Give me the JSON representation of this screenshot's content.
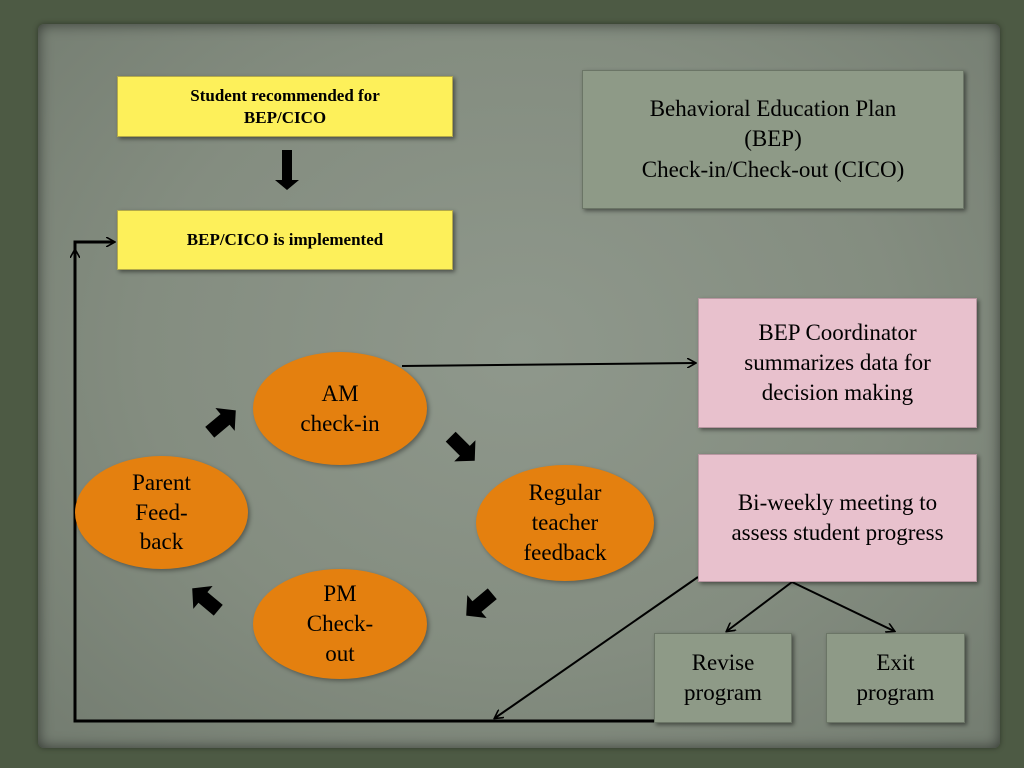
{
  "diagram": {
    "title": "Behavioral Education Plan\n(BEP)\nCheck-in/Check-out (CICO)",
    "nodes": {
      "recommended": "Student recommended for\nBEP/CICO",
      "implemented": "BEP/CICO is implemented",
      "am_checkin": "AM\ncheck-in",
      "regular_feedback": "Regular\nteacher\nfeedback",
      "pm_checkout": "PM\nCheck-\nout",
      "parent_feedback": "Parent\nFeed-\nback",
      "coordinator": "BEP Coordinator\nsummarizes data for\ndecision making",
      "biweekly": "Bi-weekly meeting to\nassess student progress",
      "revise": "Revise\nprogram",
      "exit": "Exit\nprogram"
    },
    "edges": [
      {
        "from": "recommended",
        "to": "implemented"
      },
      {
        "from": "am_checkin",
        "to": "regular_feedback"
      },
      {
        "from": "regular_feedback",
        "to": "pm_checkout"
      },
      {
        "from": "pm_checkout",
        "to": "parent_feedback"
      },
      {
        "from": "parent_feedback",
        "to": "am_checkin"
      },
      {
        "from": "am_checkin",
        "to": "coordinator"
      },
      {
        "from": "biweekly",
        "to": "revise"
      },
      {
        "from": "biweekly",
        "to": "exit"
      },
      {
        "from": "biweekly",
        "to": "implemented"
      }
    ],
    "colors": {
      "background": "#4d5a44",
      "paper": "#8a9386",
      "yellow_box": "#fdf05a",
      "orange_oval": "#e4800f",
      "pink_box": "#e8c1cd",
      "green_box": "#8e9a87",
      "arrow": "#000000"
    }
  }
}
